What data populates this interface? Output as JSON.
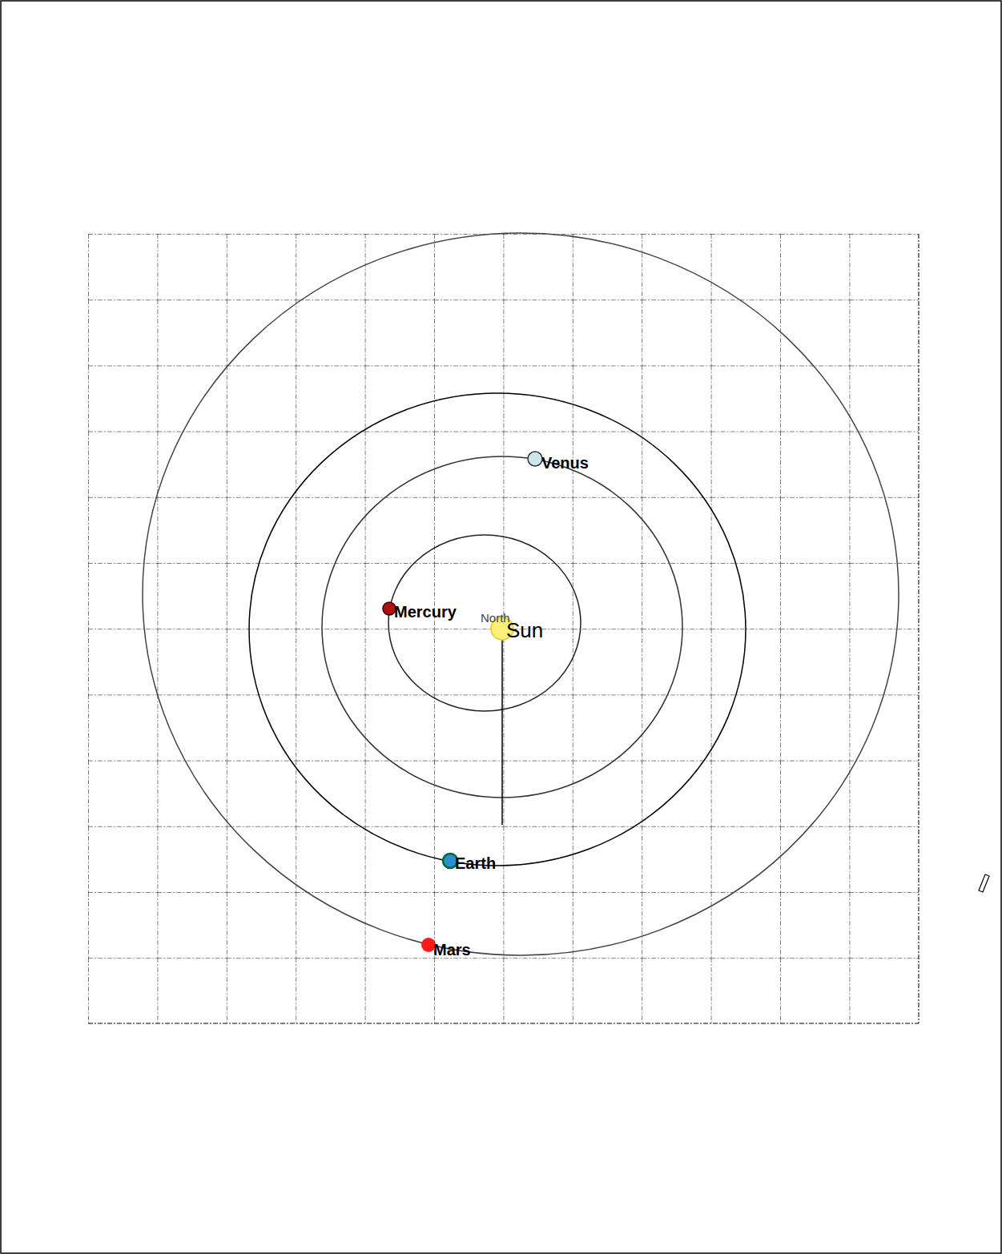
{
  "diagram": {
    "labels": [
      "Venus",
      "Mercury",
      "North",
      "Sun",
      "Earth",
      "Mars"
    ]
  }
}
